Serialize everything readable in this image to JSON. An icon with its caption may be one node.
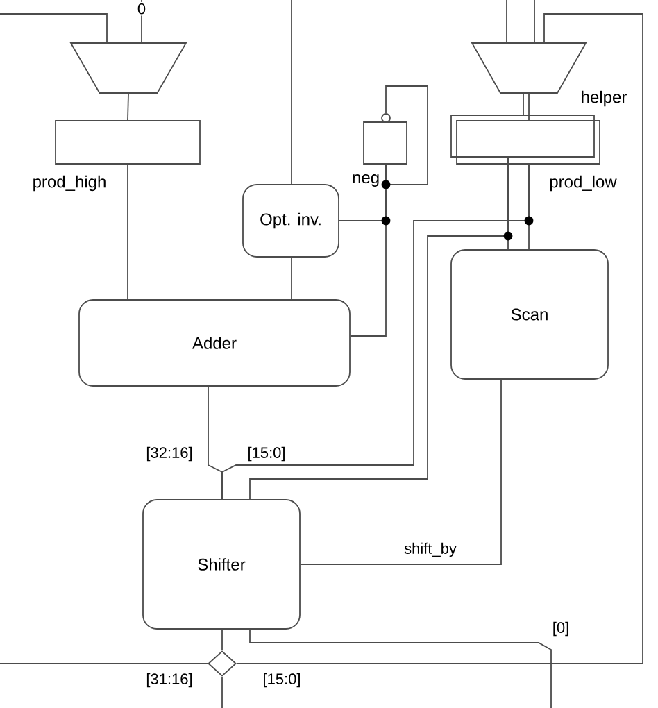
{
  "diagram": {
    "nodes": [
      {
        "text": [],
        "shape": "trapezoid"
      },
      {
        "text": [],
        "shape": "box",
        "beside": [
          "prod_high"
        ]
      },
      {
        "text": [],
        "shape": "box"
      },
      {
        "text": [
          "Opt. inv."
        ]
      },
      {
        "text": [],
        "shape": "trapezoid"
      },
      {
        "text": [],
        "shape": "box",
        "beside": [
          "helper"
        ]
      },
      {
        "text": [],
        "shape": "box",
        "beside": [
          "prod_low"
        ]
      },
      {
        "text": [
          "Scan"
        ]
      },
      {
        "text": [
          "Adder"
        ]
      },
      {
        "text": [
          "Shifter"
        ]
      },
      {
        "text": [],
        "shape": "diamond"
      }
    ],
    "edges": [
      {
        "from": null,
        "to": 0,
        "arrow": "none"
      },
      {
        "from": null,
        "to": 0,
        "arrow": "none",
        "label": "0"
      },
      {
        "from": 0,
        "to": 1,
        "arrow": "none"
      },
      {
        "from": 1,
        "to": 8,
        "arrow": "none"
      },
      {
        "from": null,
        "to": 3,
        "arrow": "none"
      },
      {
        "from": 3,
        "to": 8,
        "arrow": "none"
      },
      {
        "from": 2,
        "to": 2,
        "arrow": "none"
      },
      {
        "from": 2,
        "to": 3,
        "arrow": "none"
      },
      {
        "from": 2,
        "to": 8,
        "arrow": "none"
      },
      {
        "from": null,
        "to": 4,
        "arrow": "none"
      },
      {
        "from": null,
        "to": 4,
        "arrow": "none"
      },
      {
        "from": 4,
        "to": 5,
        "arrow": "none"
      },
      {
        "from": 4,
        "to": 6,
        "arrow": "none"
      },
      {
        "from": 5,
        "to": 7,
        "arrow": "none"
      },
      {
        "from": 6,
        "to": 7,
        "arrow": "none"
      },
      {
        "from": 6,
        "to": 9,
        "arrow": "none",
        "label": "[15:0]"
      },
      {
        "from": 8,
        "to": 9,
        "arrow": "none",
        "label": "[32:16]"
      },
      {
        "from": 5,
        "to": 9,
        "arrow": "none"
      },
      {
        "from": 7,
        "to": 9,
        "arrow": "none",
        "label": "shift_by"
      },
      {
        "from": 9,
        "to": 10,
        "arrow": "none"
      },
      {
        "from": 10,
        "to": null,
        "arrow": "none",
        "label": "[31:16]"
      },
      {
        "from": 10,
        "to": 4,
        "arrow": "none",
        "label": "[15:0]"
      },
      {
        "from": 10,
        "to": null,
        "arrow": "none"
      },
      {
        "from": 9,
        "to": null,
        "arrow": "none",
        "label": "[0]"
      }
    ],
    "labels": [
      "neg"
    ]
  }
}
